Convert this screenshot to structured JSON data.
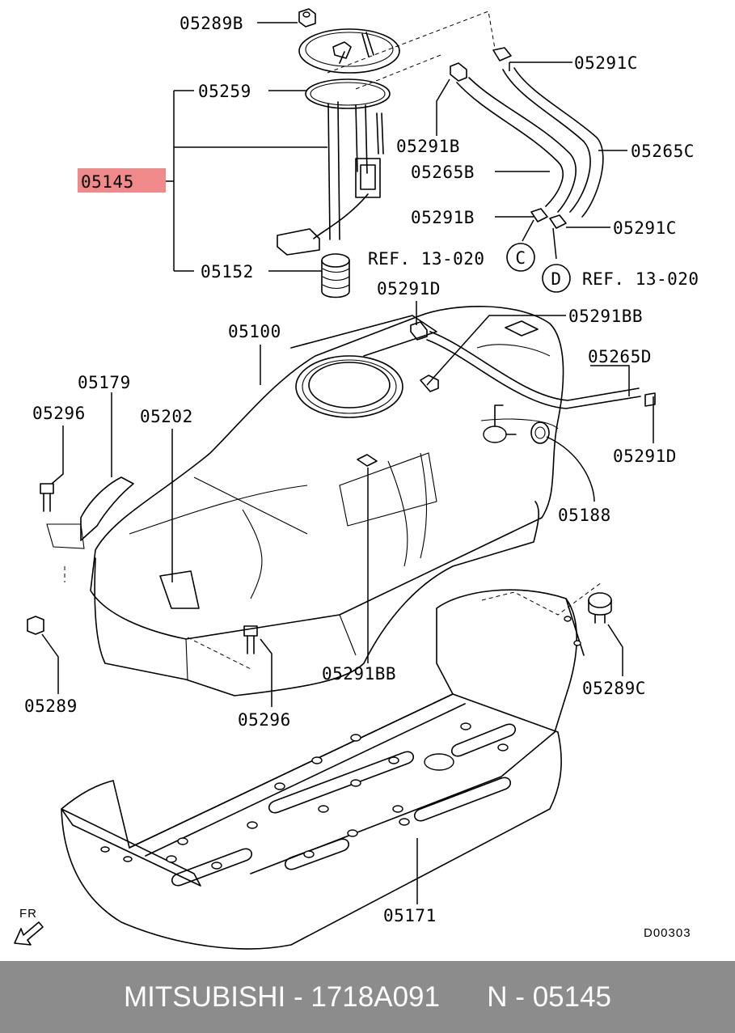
{
  "diagram": {
    "labels": {
      "p05289B": "05289B",
      "p05259": "05259",
      "p05145": "05145",
      "p05152": "05152",
      "p05291C_top": "05291C",
      "p05291B_top": "05291B",
      "p05265C": "05265C",
      "p05265B": "05265B",
      "p05291B_mid": "05291B",
      "p05291C_mid": "05291C",
      "refC": "REF. 13-020",
      "markC": "C",
      "markD": "D",
      "refD": "REF. 13-020",
      "p05291D_top": "05291D",
      "p05291BB_top": "05291BB",
      "p05100": "05100",
      "p05265D": "05265D",
      "p05179": "05179",
      "p05296_left": "05296",
      "p05202": "05202",
      "p05291D_right": "05291D",
      "p05188": "05188",
      "p05289": "05289",
      "p05291BB_bottom": "05291BB",
      "p05296_bottom": "05296",
      "p05289C": "05289C",
      "p05171": "05171",
      "fr": "FR",
      "code": "D00303"
    },
    "highlight_color": "#f08a8a"
  },
  "footer": {
    "caption": "MITSUBISHI - 1718A091      N - 05145"
  }
}
